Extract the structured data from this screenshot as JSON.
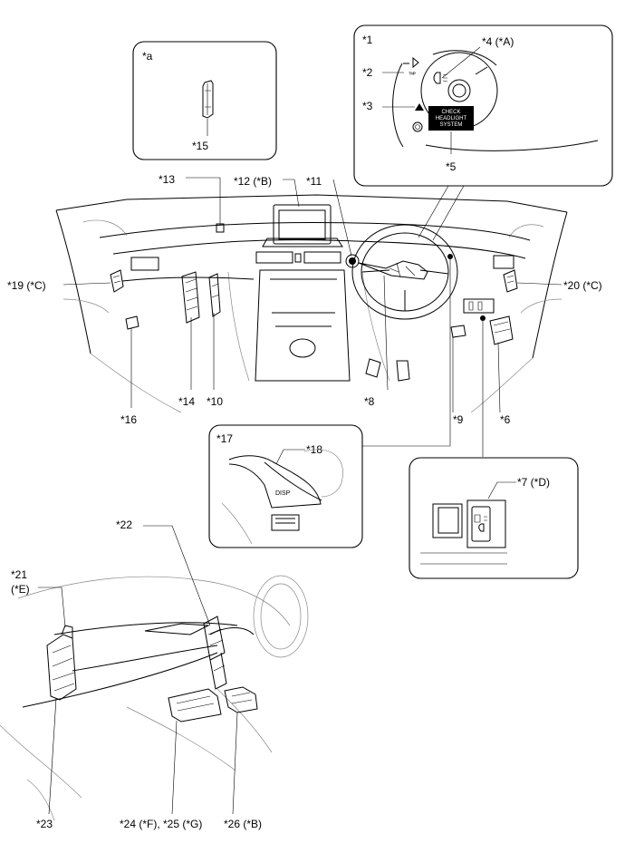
{
  "insets": {
    "a": {
      "tag": "*a",
      "part": "*15"
    },
    "cluster": {
      "tag": "*1",
      "callouts": [
        "*2",
        "*3",
        "*4 (*A)",
        "*5"
      ],
      "screen_lines": [
        "CHECK",
        "HEADLIGHT",
        "SYSTEM"
      ]
    },
    "disp": {
      "tag": "*17",
      "part": "*18",
      "button_text": "DISP"
    },
    "switch": {
      "tag": "*7 (*D)"
    }
  },
  "dashboard_labels": {
    "l13": "*13",
    "l12": "*12 (*B)",
    "l11": "*11",
    "l19": "*19 (*C)",
    "l20": "*20 (*C)",
    "l16": "*16",
    "l14": "*14",
    "l10": "*10",
    "l8": "*8",
    "l9": "*9",
    "l6": "*6"
  },
  "lower_labels": {
    "l22": "*22",
    "l21a": "*21",
    "l21b": "(*E)",
    "l23": "*23",
    "l24_25": "*24 (*F), *25 (*G)",
    "l26": "*26 (*B)"
  }
}
